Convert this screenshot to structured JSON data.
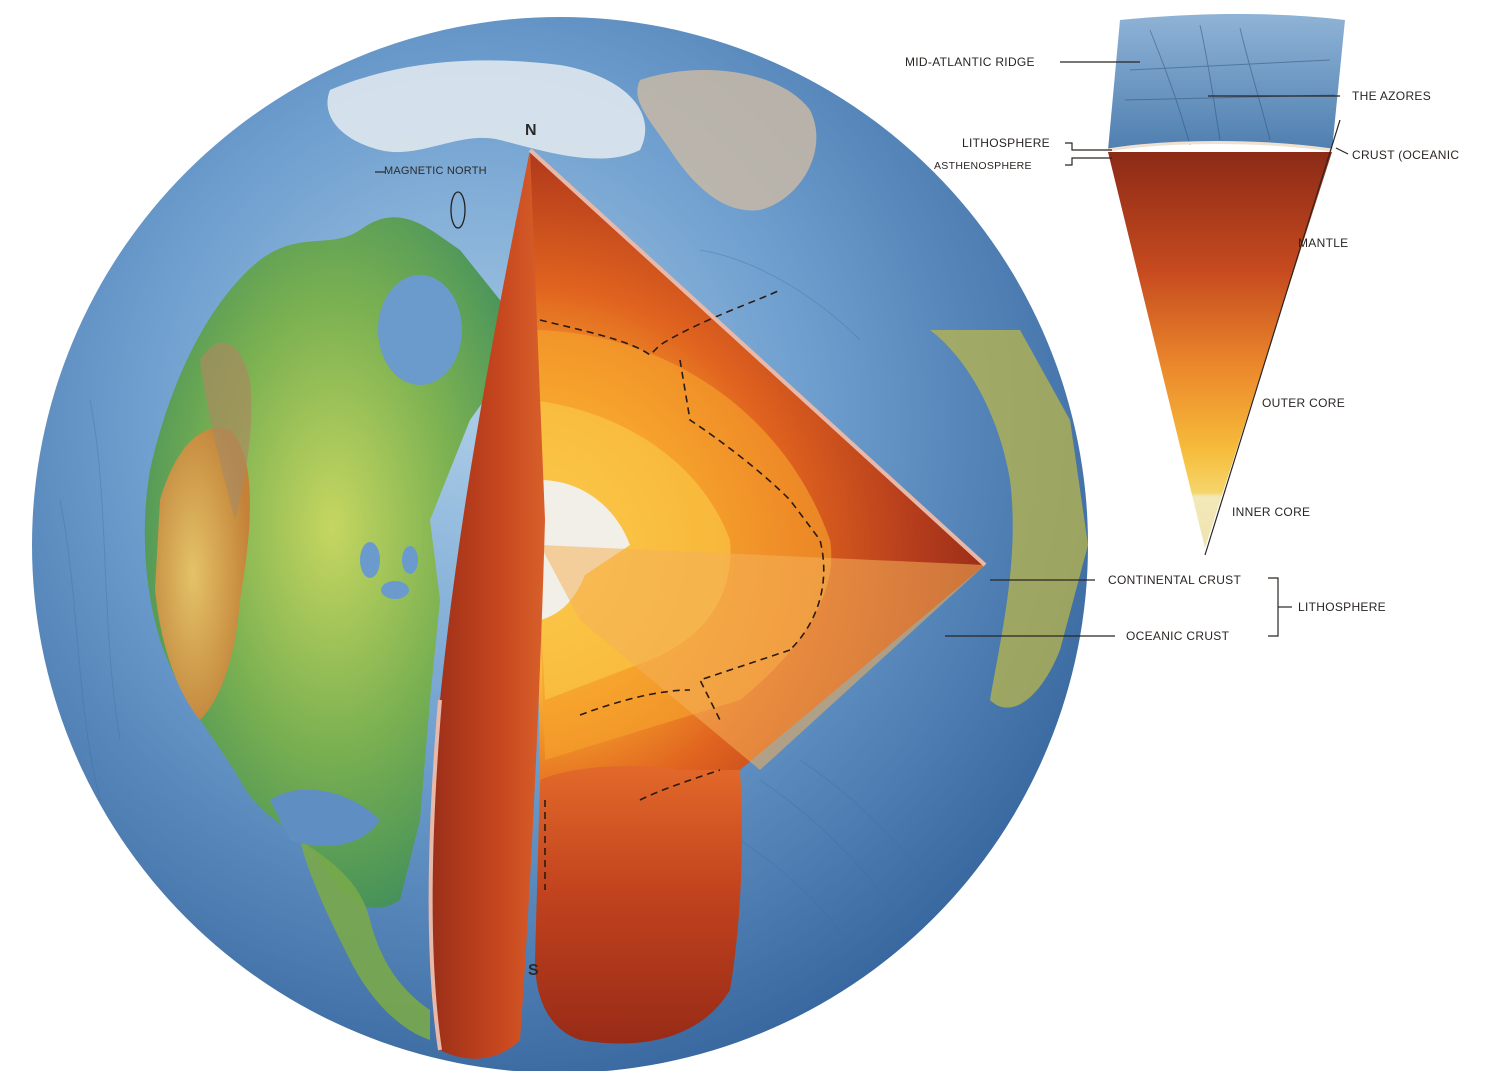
{
  "globe": {
    "north_label": "N",
    "south_label": "S",
    "magnetic_north_label": "MAGNETIC NORTH"
  },
  "wedge_labels": {
    "mid_atlantic_ridge": "MID-ATLANTIC RIDGE",
    "the_azores": "THE AZORES",
    "lithosphere_top": "LITHOSPHERE",
    "asthenosphere": "ASTHENOSPHERE",
    "crust_oceanic": "CRUST (OCEANIC",
    "mantle": "MANTLE",
    "outer_core": "OUTER CORE",
    "inner_core": "INNER CORE"
  },
  "crust_labels": {
    "continental_crust": "CONTINENTAL CRUST",
    "oceanic_crust": "OCEANIC CRUST",
    "lithosphere": "LITHOSPHERE"
  },
  "colors": {
    "ocean": "#5f8fc2",
    "land_green": "#7fb24a",
    "land_desert": "#d8a44a",
    "mantle_outer": "#a3311a",
    "mantle_inner": "#e0631f",
    "outer_core": "#f7b733",
    "inner_core": "#f2f0ea",
    "label_text": "#2a2522"
  }
}
